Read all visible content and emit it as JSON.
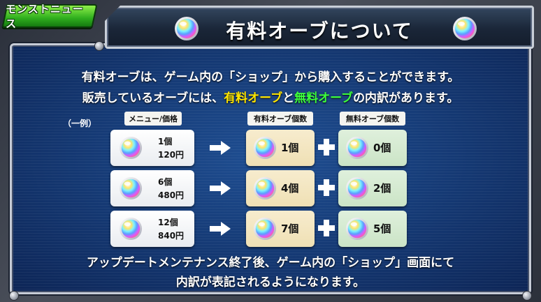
{
  "logo": {
    "text": "モンストニュース"
  },
  "title": {
    "text": "有料オーブについて"
  },
  "intro": {
    "line1": "有料オーブは、ゲーム内の「ショップ」から購入することができます。",
    "line2_prefix": "販売しているオーブには、",
    "line2_paid": "有料オーブ",
    "line2_mid": "と",
    "line2_free": "無料オーブ",
    "line2_suffix": "の内訳があります。"
  },
  "example_label": "（一例）",
  "columns": {
    "menu": "メニュー/価格",
    "paid": "有料オーブ個数",
    "free": "無料オーブ個数"
  },
  "rows": [
    {
      "qty": "1個",
      "price": "120円",
      "paid": "1個",
      "free": "0個"
    },
    {
      "qty": "6個",
      "price": "480円",
      "paid": "4個",
      "free": "2個"
    },
    {
      "qty": "12個",
      "price": "840円",
      "paid": "7個",
      "free": "5個"
    }
  ],
  "footer": {
    "line1": "アップデートメンテナンス終了後、ゲーム内の「ショップ」画面にて",
    "line2": "内訳が表記されるようになります。"
  },
  "colors": {
    "paid_highlight": "#ffe600",
    "free_highlight": "#3dff3d",
    "paid_box": "#f7ecce",
    "free_box": "#dff0dc"
  },
  "icons": {
    "orb": "orb-icon",
    "arrow": "arrow-right-icon",
    "plus": "plus-icon"
  }
}
